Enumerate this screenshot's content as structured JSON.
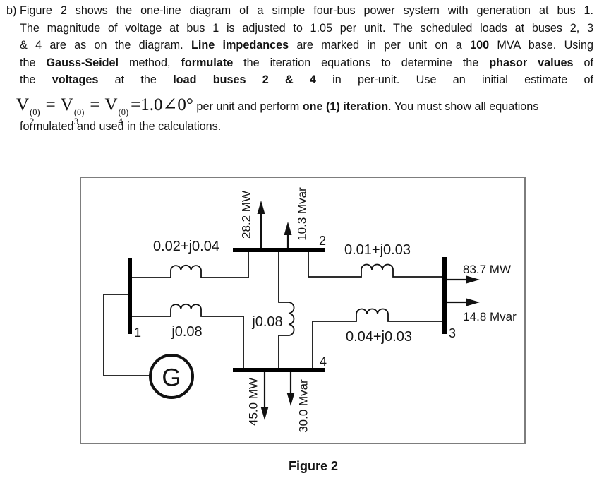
{
  "paragraph": {
    "marker": "b)",
    "l1s1": "Figure 2 shows the one-line diagram of a simple four-bus power system with generation at bus 1.",
    "l2s1": "The magnitude of voltage at bus 1 is adjusted to 1.05 per unit. The scheduled loads at buses 2, 3",
    "l3s1": "& 4 are as on the diagram. ",
    "l3b1": "Line impedances",
    "l3s2": " are marked in per unit on a ",
    "l3b2": "100",
    "l3s3": " MVA base. Using",
    "l4s1": "the ",
    "l4b1": "Gauss-Seidel",
    "l4s2": " method, ",
    "l4b2": "formulate",
    "l4s3": " the iteration equations to determine the ",
    "l4b3": "phasor values",
    "l4s4": " of",
    "l5s1": "the ",
    "l5b1": "voltages",
    "l5s2": " at the ",
    "l5b2": "load buses 2 & 4",
    "l5s3": " in per-unit. Use an initial estimate of",
    "l6s1": " per unit and perform ",
    "l6b1": "one (1) iteration",
    "l6s2": ". You must show all equations",
    "l7s1": "formulated and used in the calculations."
  },
  "formula": {
    "v": "V",
    "sup": "(0)",
    "sub1": "2",
    "sub2": "3",
    "sub3": "4",
    "eq": "=",
    "tail": "=1.0∠0°"
  },
  "figure": {
    "caption": "Figure 2",
    "generator_label": "G",
    "bus1": "1",
    "bus2": "2",
    "bus3": "3",
    "bus4": "4",
    "impedance_1_2": "0.02+j0.04",
    "impedance_1_4": "j0.08",
    "impedance_2_4": "j0.08",
    "impedance_2_3": "0.01+j0.03",
    "impedance_4_3": "0.04+j0.03",
    "load_bus2_p": "28.2 MW",
    "load_bus2_q": "10.3 Mvar",
    "load_bus4_p": "45.0 MW",
    "load_bus4_q": "30.0 Mvar",
    "load_bus3_p": "83.7 MW",
    "load_bus3_q": "14.8 Mvar"
  }
}
